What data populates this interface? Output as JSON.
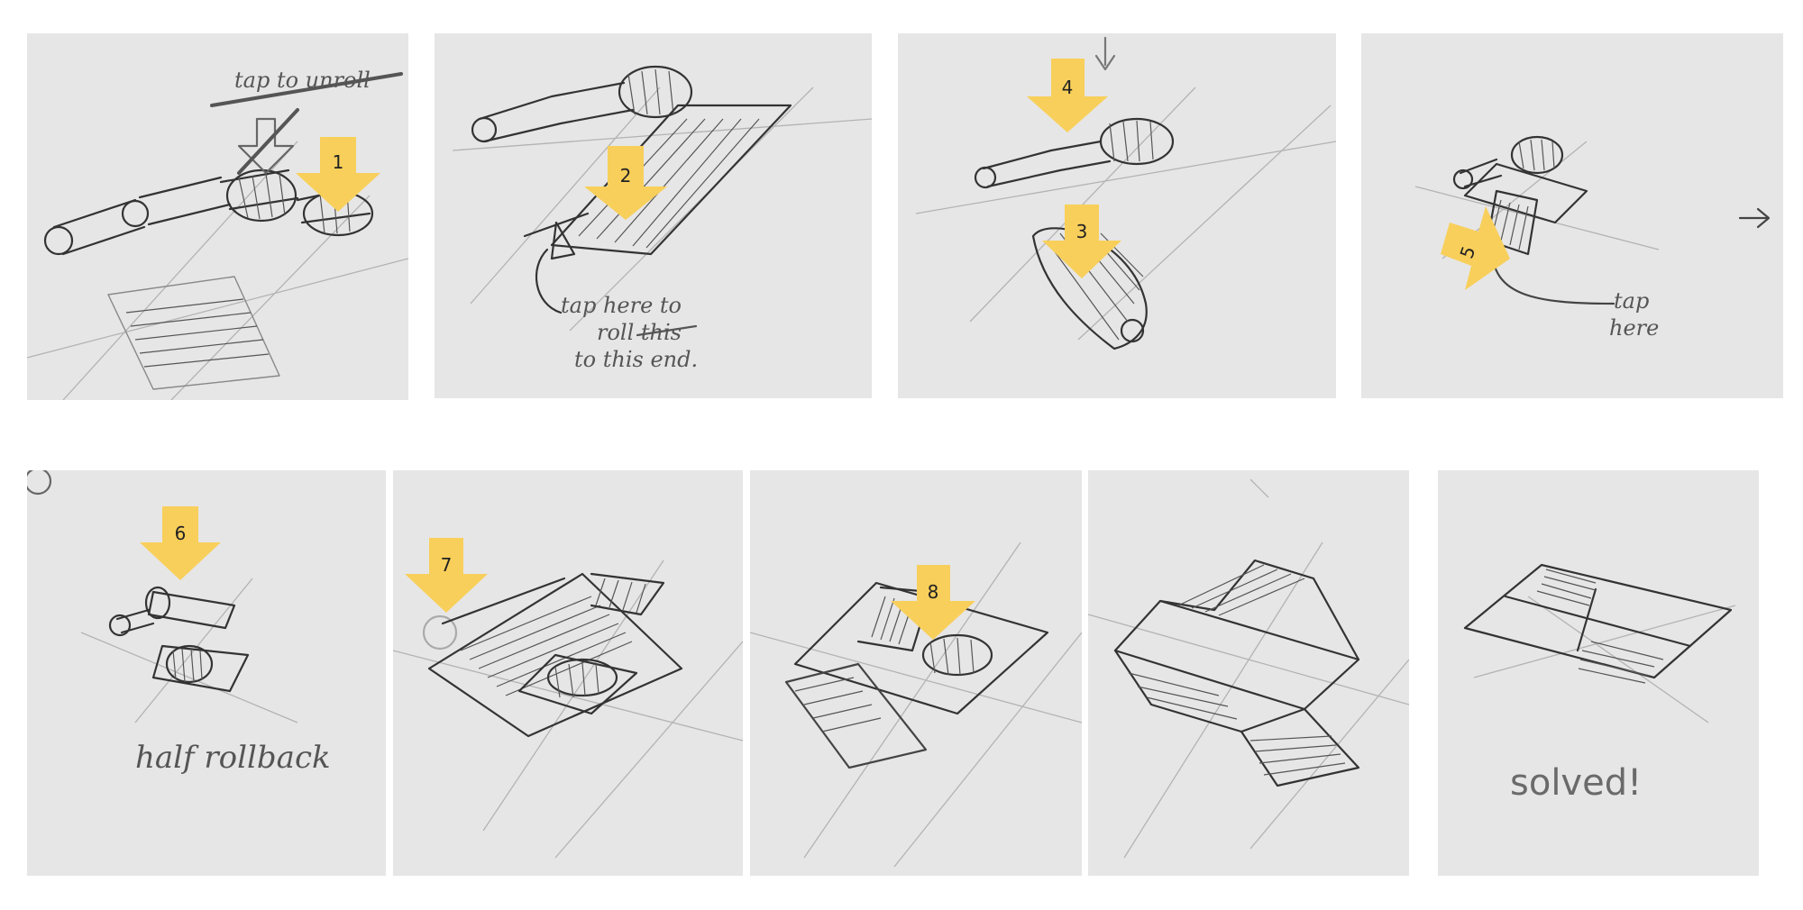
{
  "panels": [
    {
      "id": 1,
      "arrow_label": "1",
      "note": "tap to unroll"
    },
    {
      "id": 2,
      "arrow_label": "2",
      "note_lines": [
        "tap here to",
        "roll this",
        "to this end."
      ]
    },
    {
      "id": 3,
      "arrow_labels": [
        "4",
        "3"
      ]
    },
    {
      "id": 4,
      "arrow_label": "5",
      "note_lines": [
        "tap",
        "here"
      ]
    },
    {
      "id": 5,
      "arrow_label": "6",
      "note": "half rollback"
    },
    {
      "id": 6,
      "arrow_label": "7"
    },
    {
      "id": 7,
      "arrow_label": "8"
    },
    {
      "id": 8
    },
    {
      "id": 9,
      "caption": "solved!"
    }
  ],
  "colors": {
    "arrow": "#f8cf5a",
    "paper": "#e6e6e6",
    "pencil": "#333333"
  },
  "icons": [
    "down-arrow-icon",
    "right-arrow-icon"
  ]
}
